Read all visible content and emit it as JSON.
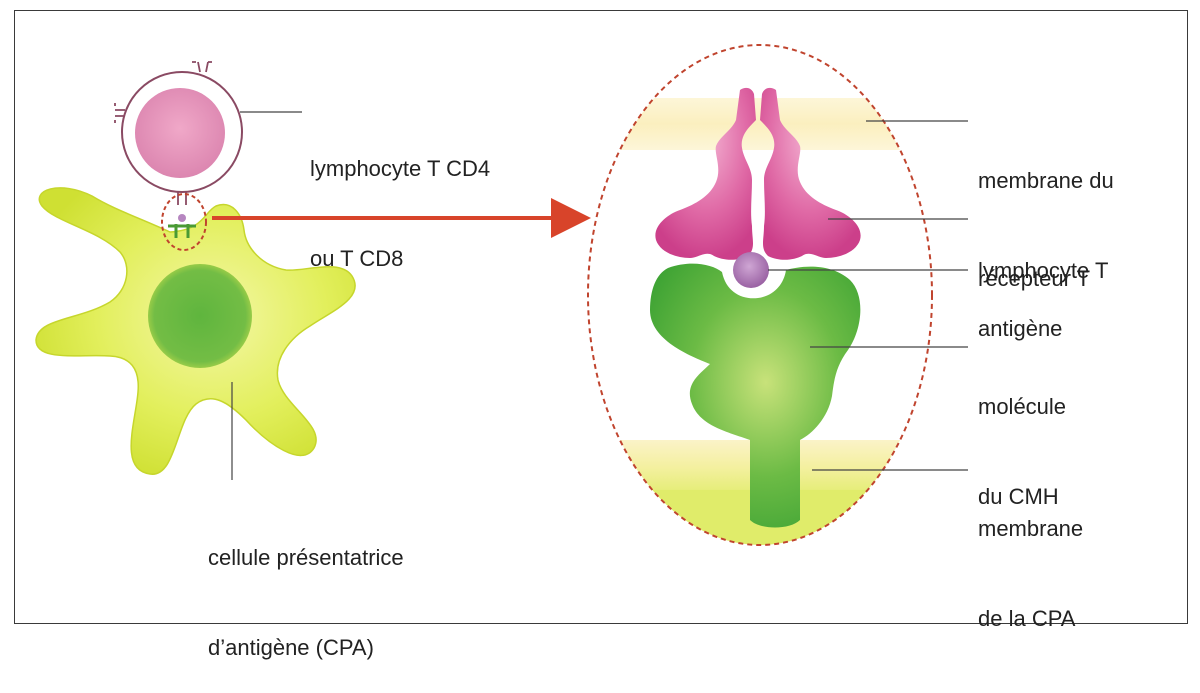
{
  "labels": {
    "lymphocyte_line1": "lymphocyte T CD4",
    "lymphocyte_line2": "ou T CD8",
    "cpa_line1": "cellule présentatrice",
    "cpa_line2": "d’antigène (CPA)",
    "membrane_lt_line1": "membrane du",
    "membrane_lt_line2": "lymphocyte T",
    "recepteur": "récepteur T",
    "antigene": "antigène",
    "cmh_line1": "molécule",
    "cmh_line2": "du CMH",
    "membrane_cpa_line1": "membrane",
    "membrane_cpa_line2": "de la CPA"
  },
  "colors": {
    "lymphocyte_pink": "#e58fb8",
    "receptor_magenta": "#d54592",
    "cpa_yellow": "#d8ea3a",
    "cmh_green": "#4caf3a",
    "antigen_purple": "#a872b0",
    "arrow_red": "#d8442a",
    "dashed_red": "#c0442e",
    "membrane_lt_band": "#fbf1c6",
    "membrane_cpa_band": "#e2ee74"
  }
}
